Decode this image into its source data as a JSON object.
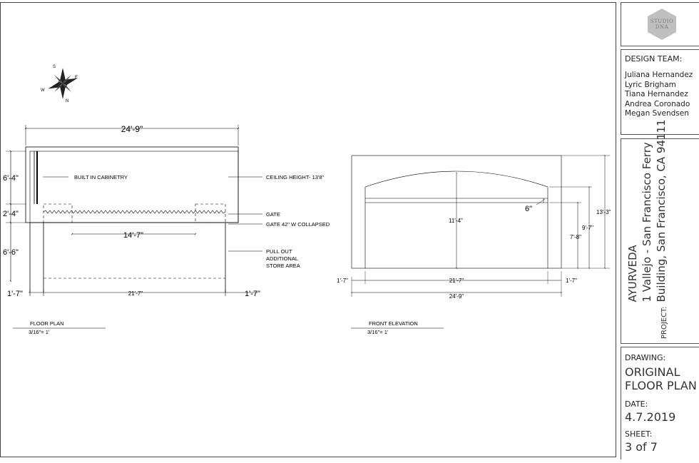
{
  "floor_plan": {
    "overall_width": "24'-9\"",
    "dim_left_top": "6'-4\"",
    "dim_left_mid": "2'-4\"",
    "dim_left_low": "6'-6\"",
    "dim_gate_span": "14'-7\"",
    "dim_bottom_left": "1'-7\"",
    "dim_bottom_mid": "21'-7\"",
    "dim_bottom_right": "1'-7\"",
    "note_cabinetry": "BUILT IN CABINETRY",
    "note_ceiling": "CEILING HEIGHT- 13'8\"",
    "note_gate": "GATE",
    "note_gate_collapsed": "GATE 42\" W COLLAPSED",
    "note_pullout": [
      "PULL OUT",
      "ADDITIONAL",
      "STORE AREA"
    ],
    "title": "FLOOR PLAN",
    "scale": "3/16\"= 1'"
  },
  "compass": {
    "n": "N",
    "s": "S",
    "e": "E",
    "w": "W"
  },
  "front_elevation": {
    "dim_center_height": "11'-4\"",
    "dim_arch": "6\"",
    "dim_inner_height": "7'-8\"",
    "dim_mid_height": "9'-7\"",
    "dim_total_height": "13'-3\"",
    "dim_left": "1'-7\"",
    "dim_mid": "21'-7\"",
    "dim_right": "1'-7\"",
    "dim_overall": "24'-9\"",
    "title": "FRONT ELEVATION",
    "scale": "3/16\"= 1'"
  },
  "title_block": {
    "logo_text": [
      "STUDIO",
      "DNA"
    ],
    "design_team_label": "DESIGN TEAM:",
    "members": [
      "Juliana Hernandez",
      "Lyric Brigham",
      "Tiana Hernandez",
      "Andrea Coronado",
      "Megan Svendsen"
    ],
    "project_label": "PROJECT:",
    "project_name": "AYURVEDA",
    "project_address_1": "1 Vallejo - San Francisco Ferry",
    "project_address_2": "Building, San Francisco, CA 94111",
    "drawing_label": "DRAWING:",
    "drawing_title_1": "ORIGINAL",
    "drawing_title_2": "FLOOR PLAN",
    "date_label": "DATE:",
    "date": "4.7.2019",
    "sheet_label": "SHEET:",
    "sheet": "3 of 7"
  }
}
